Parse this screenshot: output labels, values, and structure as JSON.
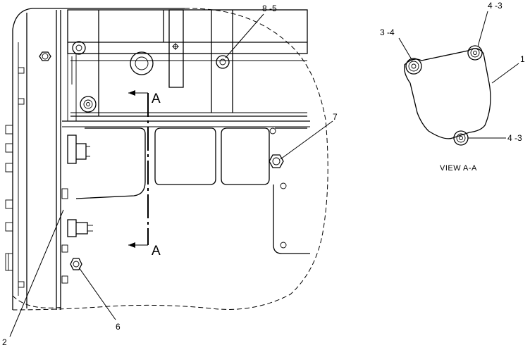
{
  "callouts": {
    "c85": "8 -5",
    "c7": "7",
    "c6": "6",
    "c2": "2",
    "c34": "3 -4",
    "c43top": "4 -3",
    "c1": "1",
    "c43bot": "4 -3"
  },
  "section": {
    "top_letter": "A",
    "bottom_letter": "A"
  },
  "view_label": "VIEW  A-A"
}
